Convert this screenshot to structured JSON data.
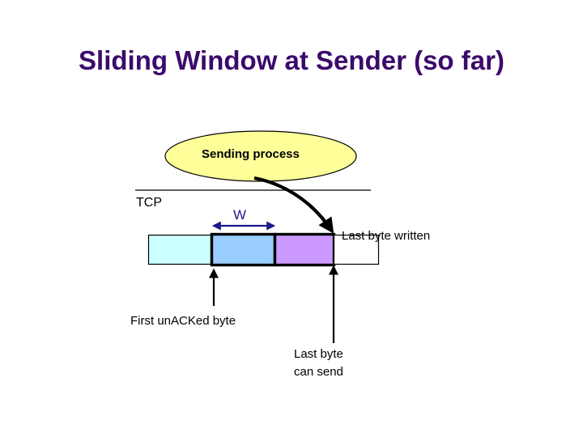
{
  "slide": {
    "title": "Sliding Window at Sender (so far)",
    "title_color": "#3b0a6b",
    "background": "#ffffff"
  },
  "diagram": {
    "process_bubble": {
      "label": "Sending process",
      "fill": "#ffff99",
      "stroke": "#000000",
      "shape": "ellipse"
    },
    "tcp_label": "TCP",
    "window_label": "W",
    "window_label_color": "#1a1a8c",
    "buffer_segments": [
      {
        "name": "acked",
        "label": "",
        "fill": "#ccffff",
        "border": "thin"
      },
      {
        "name": "window-sent-unacked",
        "label": "",
        "fill": "#99ccff",
        "border": "thick"
      },
      {
        "name": "window-sendable",
        "label": "",
        "fill": "#cc99ff",
        "border": "thick"
      },
      {
        "name": "unwritten",
        "label": "",
        "fill": "#ffffff",
        "border": "thin"
      }
    ],
    "annotations": [
      {
        "name": "last-byte-written",
        "text": "Last byte written"
      },
      {
        "name": "first-unacked-byte",
        "text": "First unACKed byte"
      },
      {
        "name": "last-byte-can-send",
        "line1": "Last byte",
        "line2": "can send"
      }
    ]
  }
}
